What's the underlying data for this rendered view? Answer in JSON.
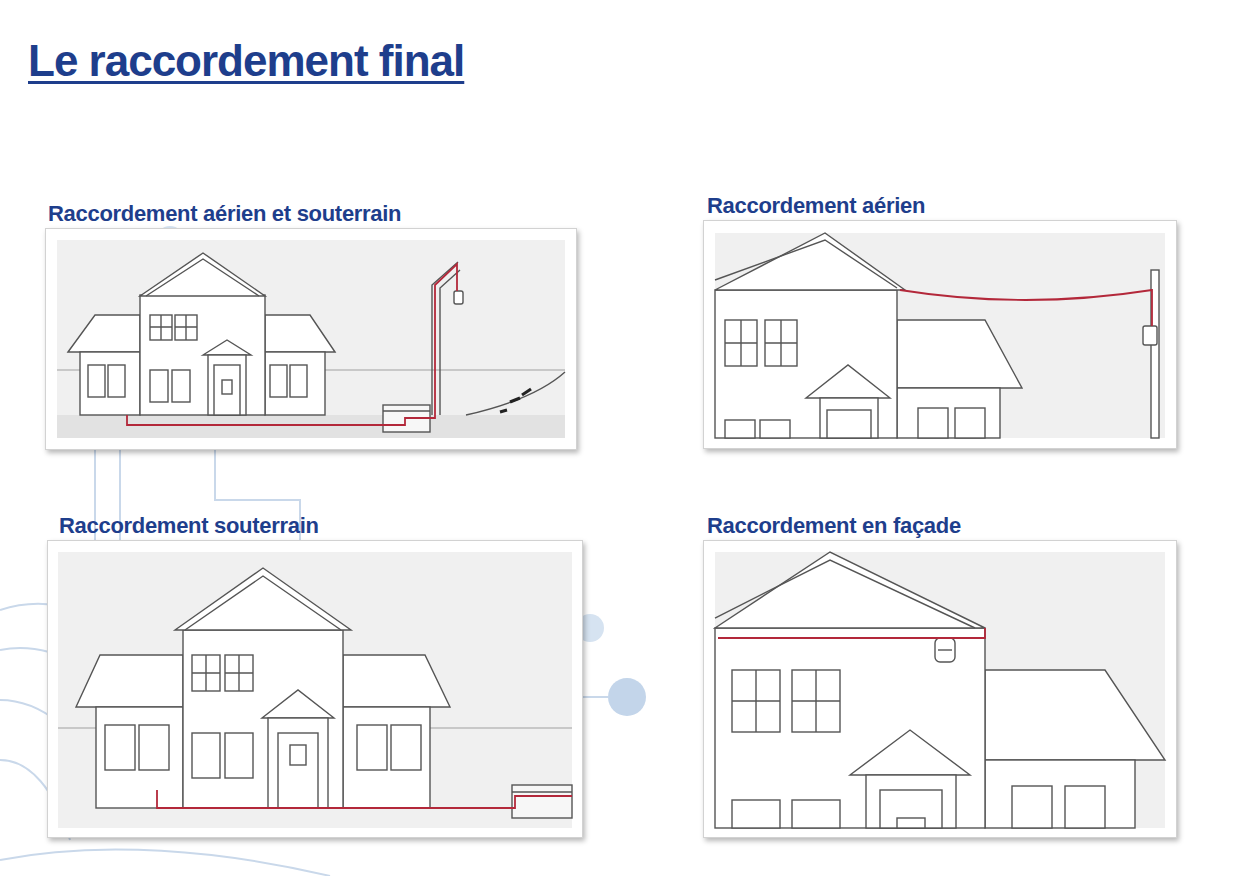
{
  "diagram": {
    "title": "Le raccordement final",
    "nodes": [
      {
        "text": [
          "Raccordement aérien et souterrain"
        ]
      },
      {
        "text": [
          "Raccordement aérien"
        ]
      },
      {
        "text": [
          "Raccordement souterrain"
        ]
      },
      {
        "text": [
          "Raccordement en façade"
        ]
      }
    ]
  }
}
